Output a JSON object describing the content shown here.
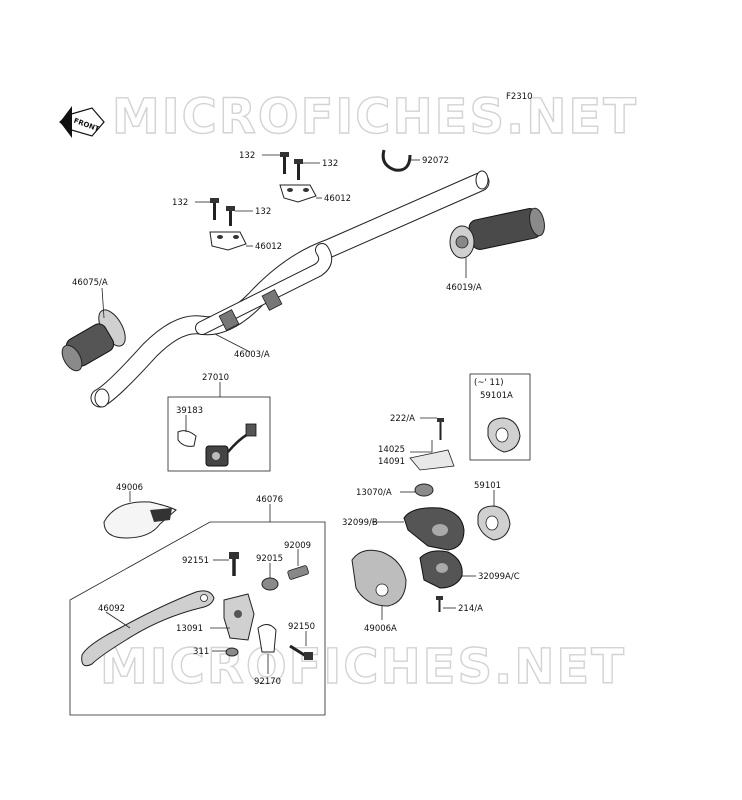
{
  "figure_code": "F2310",
  "watermark": "MICROFICHES.NET",
  "front_marker": "FRONT",
  "labels": {
    "p132a": "132",
    "p132b": "132",
    "p132c": "132",
    "p132d": "132",
    "p92072": "92072",
    "p46012a": "46012",
    "p46012b": "46012",
    "p46075": "46075/A",
    "p46019": "46019/A",
    "p46003": "46003/A",
    "p27010": "27010",
    "p39183": "39183",
    "year_note": "(~' 11)",
    "p59101A": "59101A",
    "p222": "222/A",
    "p14025": "14025",
    "p14091": "14091",
    "p13070": "13070/A",
    "p59101": "59101",
    "p49006": "49006",
    "p46076": "46076",
    "p32099B": "32099/B",
    "p92151": "92151",
    "p92015": "92015",
    "p92009": "92009",
    "p32099AC": "32099A/C",
    "p46092": "46092",
    "p214": "214/A",
    "p49006A": "49006A",
    "p13091": "13091",
    "p92150": "92150",
    "p311": "311",
    "p92170": "92170"
  }
}
